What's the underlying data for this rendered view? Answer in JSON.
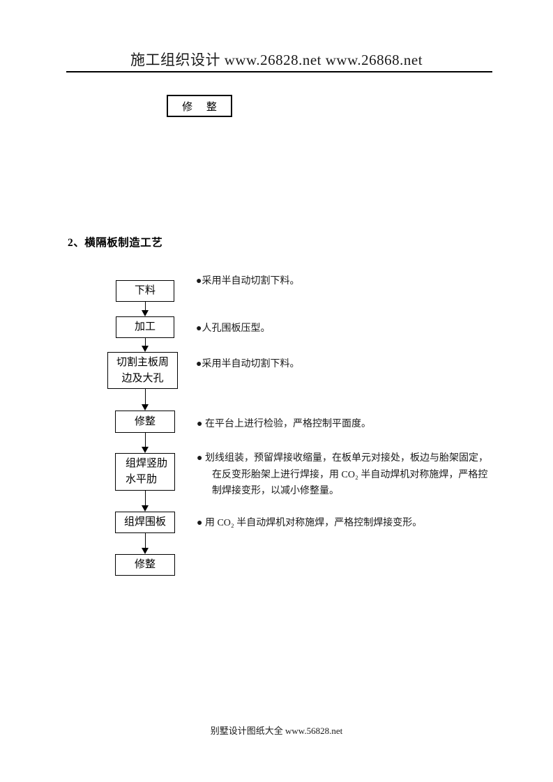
{
  "header": {
    "title": "施工组织设计 www.26828.net www.26868.net"
  },
  "orphan_box": {
    "label": "修 整"
  },
  "section": {
    "title": "2、横隔板制造工艺"
  },
  "flowchart": {
    "steps": [
      {
        "label": "下料",
        "note": "●采用半自动切割下料。"
      },
      {
        "label": "加工",
        "note": "●人孔围板压型。"
      },
      {
        "lines": [
          "切割主板周",
          "边及大孔"
        ],
        "note": "●采用半自动切割下料。"
      },
      {
        "label": "修整",
        "note": "● 在平台上进行检验，严格控制平面度。"
      },
      {
        "lines": [
          "组焊竖肋",
          "水平肋"
        ],
        "note": "● 划线组装，预留焊接收缩量，在板单元对接处，板边与胎架固定，在反变形胎架上进行焊接，用 CO₂ 半自动焊机对称施焊，严格控制焊接变形，以减小修整量。"
      },
      {
        "label": "组焊围板",
        "note": "● 用 CO₂ 半自动焊机对称施焊，严格控制焊接变形。"
      },
      {
        "label": "修整"
      }
    ]
  },
  "footer": {
    "text": "别墅设计图纸大全  www.56828.net"
  },
  "colors": {
    "text": "#000000",
    "background": "#ffffff",
    "border": "#000000"
  }
}
